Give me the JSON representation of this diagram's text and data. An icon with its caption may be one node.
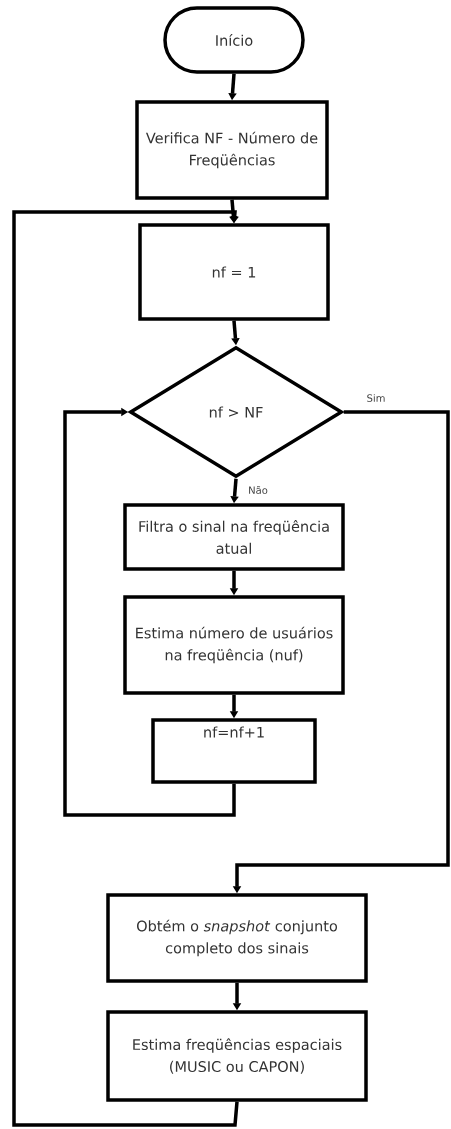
{
  "diagram": {
    "nodes": [
      {
        "text": [
          "Início"
        ]
      },
      {
        "text": [
          "Verifica NF - Número de Freqüências"
        ]
      },
      {
        "text": [
          "nf = 1"
        ]
      },
      {
        "text": [
          "nf > NF"
        ]
      },
      {
        "text": [
          "Filtra o sinal na freqüência atual"
        ]
      },
      {
        "text": [
          "Estima número de usuários na freqüência (nuf)"
        ]
      },
      {
        "text": [
          "nf=nf+1"
        ]
      },
      {
        "text": [
          "Obtém o *snapshot* conjunto completo dos sinais"
        ]
      },
      {
        "text": [
          "Estima freqüências espaciais (MUSIC ou CAPON)"
        ]
      }
    ],
    "edges": [
      {
        "from": 0,
        "to": 1,
        "arrow": "to"
      },
      {
        "from": 1,
        "to": 2,
        "arrow": "to"
      },
      {
        "from": 8,
        "to": 2,
        "arrow": "to"
      },
      {
        "from": 2,
        "to": 3,
        "arrow": "to"
      },
      {
        "from": 3,
        "to": 4,
        "arrow": "to",
        "label": "Não"
      },
      {
        "from": 4,
        "to": 5,
        "arrow": "to"
      },
      {
        "from": 5,
        "to": 6,
        "arrow": "to"
      },
      {
        "from": 6,
        "to": 3,
        "arrow": "to"
      },
      {
        "from": 3,
        "to": 7,
        "arrow": "to",
        "label": "Sim"
      },
      {
        "from": 7,
        "to": 8,
        "arrow": "to"
      }
    ]
  }
}
